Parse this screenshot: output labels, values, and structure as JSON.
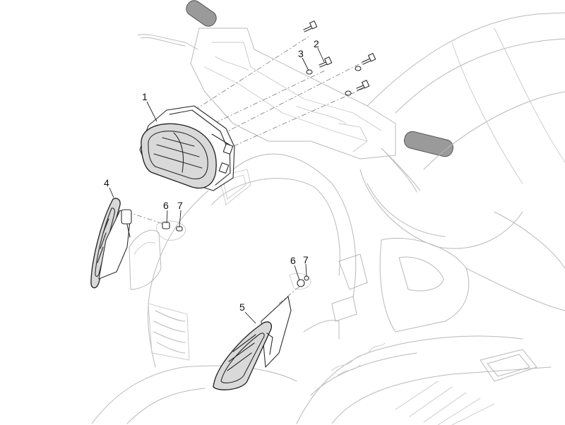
{
  "callouts": [
    {
      "id": "1",
      "label": "1"
    },
    {
      "id": "2",
      "label": "2"
    },
    {
      "id": "3",
      "label": "3"
    },
    {
      "id": "4",
      "label": "4"
    },
    {
      "id": "5",
      "label": "5"
    },
    {
      "id": "6a",
      "label": "6"
    },
    {
      "id": "7a",
      "label": "7"
    },
    {
      "id": "6b",
      "label": "6"
    },
    {
      "id": "7b",
      "label": "7"
    }
  ]
}
